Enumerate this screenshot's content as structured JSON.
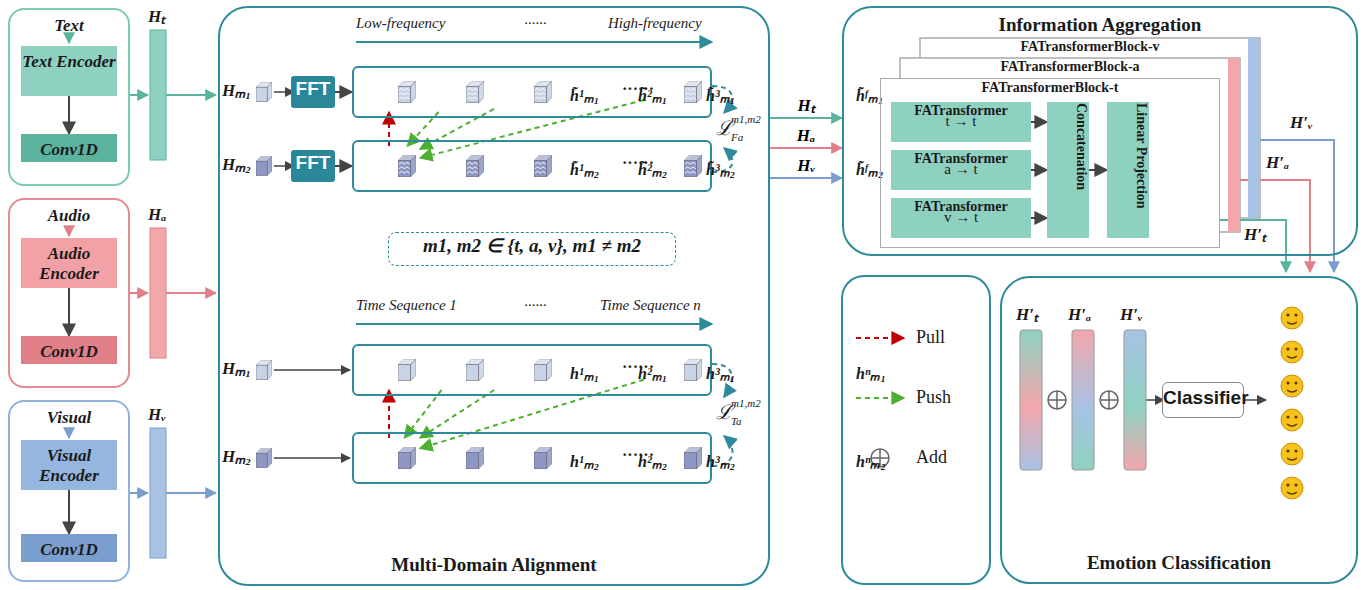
{
  "diagram": {
    "nodes": [
      {
        "text": [
          "Text"
        ]
      },
      {
        "text": [
          "Text Encoder"
        ],
        "in": 0
      },
      {
        "text": [
          "Conv1D"
        ],
        "in": 0
      },
      {
        "text": [
          "Audio"
        ]
      },
      {
        "text": [
          "Audio Encoder"
        ],
        "in": 3
      },
      {
        "text": [
          "Conv1D"
        ],
        "in": 3
      },
      {
        "text": [
          "Visual"
        ]
      },
      {
        "text": [
          "Visual Encoder"
        ],
        "in": 6
      },
      {
        "text": [
          "Conv1D"
        ],
        "in": 6
      },
      {
        "text": [
          "Multi-Domain Alignment"
        ]
      },
      {
        "text": [
          "FFT"
        ],
        "in": 9
      },
      {
        "text": [
          "FFT"
        ],
        "in": 9
      },
      {
        "text": [
          "······"
        ],
        "in": 9
      },
      {
        "text": [
          "h̃¹ₘ₁"
        ],
        "in": 12
      },
      {
        "text": [
          "h̃²ₘ₁"
        ],
        "in": 12
      },
      {
        "text": [
          "h̃³ₘ₁"
        ],
        "in": 12
      },
      {
        "text": [
          "h̃ᶠₘ₁"
        ],
        "in": 12
      },
      {
        "text": [
          "······"
        ],
        "in": 9
      },
      {
        "text": [
          "h̃¹ₘ₂"
        ],
        "in": 17
      },
      {
        "text": [
          "h̃²ₘ₂"
        ],
        "in": 17
      },
      {
        "text": [
          "h̃³ₘ₂"
        ],
        "in": 17
      },
      {
        "text": [
          "h̃ᶠₘ₂"
        ],
        "in": 17
      },
      {
        "text": [
          "m1, m2 ∈ {t, a, v}, m1 ≠ m2"
        ],
        "in": 9
      },
      {
        "text": [
          "······"
        ],
        "in": 9
      },
      {
        "text": [
          "h¹ₘ₁"
        ],
        "in": 23
      },
      {
        "text": [
          "h²ₘ₁"
        ],
        "in": 23
      },
      {
        "text": [
          "h³ₘ₁"
        ],
        "in": 23
      },
      {
        "text": [
          "hⁿₘ₁"
        ],
        "in": 23
      },
      {
        "text": [
          "······"
        ],
        "in": 9
      },
      {
        "text": [
          "h¹ₘ₂"
        ],
        "in": 28
      },
      {
        "text": [
          "h²ₘ₂"
        ],
        "in": 28
      },
      {
        "text": [
          "h³ₘ₂"
        ],
        "in": 28
      },
      {
        "text": [
          "hⁿₘ₂"
        ],
        "in": 28
      },
      {
        "text": [
          "Information Aggregation"
        ]
      },
      {
        "text": [
          "FATransformerBlock-v"
        ],
        "in": 33
      },
      {
        "text": [
          "FATransformerBlock-a"
        ],
        "in": 33
      },
      {
        "text": [
          "FATransformerBlock-t"
        ],
        "in": 33
      },
      {
        "text": [
          "FATransformer",
          "t → t"
        ],
        "in": 36
      },
      {
        "text": [
          "FATransformer",
          "a → t"
        ],
        "in": 36
      },
      {
        "text": [
          "FATransformer",
          "v → t"
        ],
        "in": 36
      },
      {
        "text": [
          "Concatenation"
        ],
        "in": 36
      },
      {
        "text": [
          "Linear Projection"
        ],
        "in": 36
      },
      {
        "text": [
          "Emotion Classification"
        ]
      },
      {
        "text": [
          "Classifier"
        ],
        "in": 42
      }
    ],
    "edges": [
      {
        "from": 1,
        "to": 2,
        "arrow": "to"
      },
      {
        "from": 4,
        "to": 5,
        "arrow": "to"
      },
      {
        "from": 7,
        "to": 8,
        "arrow": "to"
      },
      {
        "from": 10,
        "to": 12,
        "arrow": "to"
      },
      {
        "from": 11,
        "to": 17,
        "arrow": "to"
      },
      {
        "from": 18,
        "to": 13,
        "arrow": "to"
      },
      {
        "from": 14,
        "to": 18,
        "arrow": "to"
      },
      {
        "from": 15,
        "to": 18,
        "arrow": "to"
      },
      {
        "from": 16,
        "to": 18,
        "arrow": "to"
      },
      {
        "from": 29,
        "to": 24,
        "arrow": "to"
      },
      {
        "from": 25,
        "to": 29,
        "arrow": "to"
      },
      {
        "from": 26,
        "to": 29,
        "arrow": "to"
      },
      {
        "from": 27,
        "to": 29,
        "arrow": "to"
      },
      {
        "from": 9,
        "to": 33,
        "label": "Hₜ",
        "arrow": "to"
      },
      {
        "from": 9,
        "to": 33,
        "label": "Hₐ",
        "arrow": "to"
      },
      {
        "from": 9,
        "to": 33,
        "label": "Hᵥ",
        "arrow": "to"
      },
      {
        "from": 37,
        "to": 40,
        "arrow": "to"
      },
      {
        "from": 38,
        "to": 40,
        "arrow": "to"
      },
      {
        "from": 39,
        "to": 40,
        "arrow": "to"
      },
      {
        "from": 40,
        "to": 41,
        "arrow": "to"
      }
    ],
    "labels": [
      "Hₜ",
      "Hₐ",
      "Hᵥ",
      "Low-frequency",
      "······",
      "High-frequency",
      "Hₘ₁",
      "Hₘ₂",
      "ℒ",
      "m1,m2",
      "Fa",
      "Time Sequence 1",
      "······",
      "Time Sequence n",
      "Hₘ₁",
      "Hₘ₂",
      "ℒ",
      "m1,m2",
      "Ta",
      "H′ᵥ",
      "H′ₐ",
      "H′ₜ",
      "H′ₜ",
      "H′ₐ",
      "H′ᵥ"
    ],
    "legend": [
      {
        "text": "Pull"
      },
      {
        "text": "Push"
      },
      {
        "text": "Add"
      }
    ]
  }
}
